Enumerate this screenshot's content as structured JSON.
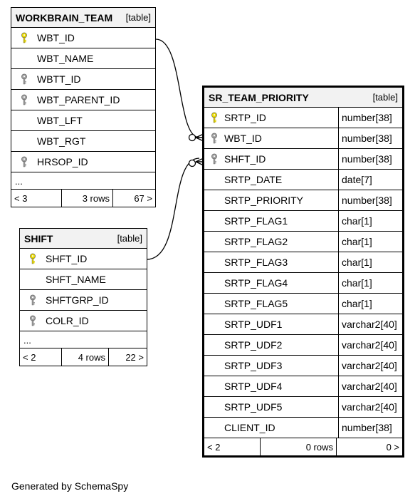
{
  "tables": {
    "workbrain_team": {
      "name": "WORKBRAIN_TEAM",
      "kind": "[table]",
      "columns": [
        {
          "name": "WBT_ID",
          "icon": "primary-key-icon"
        },
        {
          "name": "WBT_NAME",
          "icon": ""
        },
        {
          "name": "WBTT_ID",
          "icon": "foreign-key-icon"
        },
        {
          "name": "WBT_PARENT_ID",
          "icon": "foreign-key-icon"
        },
        {
          "name": "WBT_LFT",
          "icon": ""
        },
        {
          "name": "WBT_RGT",
          "icon": ""
        },
        {
          "name": "HRSOP_ID",
          "icon": "foreign-key-icon"
        }
      ],
      "ellipsis": "...",
      "footer": {
        "parents": "< 3",
        "rows": "3 rows",
        "children": "67 >"
      }
    },
    "shift": {
      "name": "SHIFT",
      "kind": "[table]",
      "columns": [
        {
          "name": "SHFT_ID",
          "icon": "primary-key-icon"
        },
        {
          "name": "SHFT_NAME",
          "icon": ""
        },
        {
          "name": "SHFTGRP_ID",
          "icon": "foreign-key-icon"
        },
        {
          "name": "COLR_ID",
          "icon": "foreign-key-icon"
        }
      ],
      "ellipsis": "...",
      "footer": {
        "parents": "< 2",
        "rows": "4 rows",
        "children": "22 >"
      }
    },
    "sr_team_priority": {
      "name": "SR_TEAM_PRIORITY",
      "kind": "[table]",
      "columns": [
        {
          "name": "SRTP_ID",
          "type": "number[38]",
          "icon": "primary-key-icon"
        },
        {
          "name": "WBT_ID",
          "type": "number[38]",
          "icon": "foreign-key-icon"
        },
        {
          "name": "SHFT_ID",
          "type": "number[38]",
          "icon": "foreign-key-icon"
        },
        {
          "name": "SRTP_DATE",
          "type": "date[7]",
          "icon": ""
        },
        {
          "name": "SRTP_PRIORITY",
          "type": "number[38]",
          "icon": ""
        },
        {
          "name": "SRTP_FLAG1",
          "type": "char[1]",
          "icon": ""
        },
        {
          "name": "SRTP_FLAG2",
          "type": "char[1]",
          "icon": ""
        },
        {
          "name": "SRTP_FLAG3",
          "type": "char[1]",
          "icon": ""
        },
        {
          "name": "SRTP_FLAG4",
          "type": "char[1]",
          "icon": ""
        },
        {
          "name": "SRTP_FLAG5",
          "type": "char[1]",
          "icon": ""
        },
        {
          "name": "SRTP_UDF1",
          "type": "varchar2[40]",
          "icon": ""
        },
        {
          "name": "SRTP_UDF2",
          "type": "varchar2[40]",
          "icon": ""
        },
        {
          "name": "SRTP_UDF3",
          "type": "varchar2[40]",
          "icon": ""
        },
        {
          "name": "SRTP_UDF4",
          "type": "varchar2[40]",
          "icon": ""
        },
        {
          "name": "SRTP_UDF5",
          "type": "varchar2[40]",
          "icon": ""
        },
        {
          "name": "CLIENT_ID",
          "type": "number[38]",
          "icon": ""
        }
      ],
      "footer": {
        "parents": "< 2",
        "rows": "0 rows",
        "children": "0 >"
      }
    }
  },
  "colors": {
    "primary_key": "#e8d800",
    "foreign_key": "#a0a0a0",
    "header_bg": "#f2f2f2"
  },
  "caption": "Generated by SchemaSpy"
}
